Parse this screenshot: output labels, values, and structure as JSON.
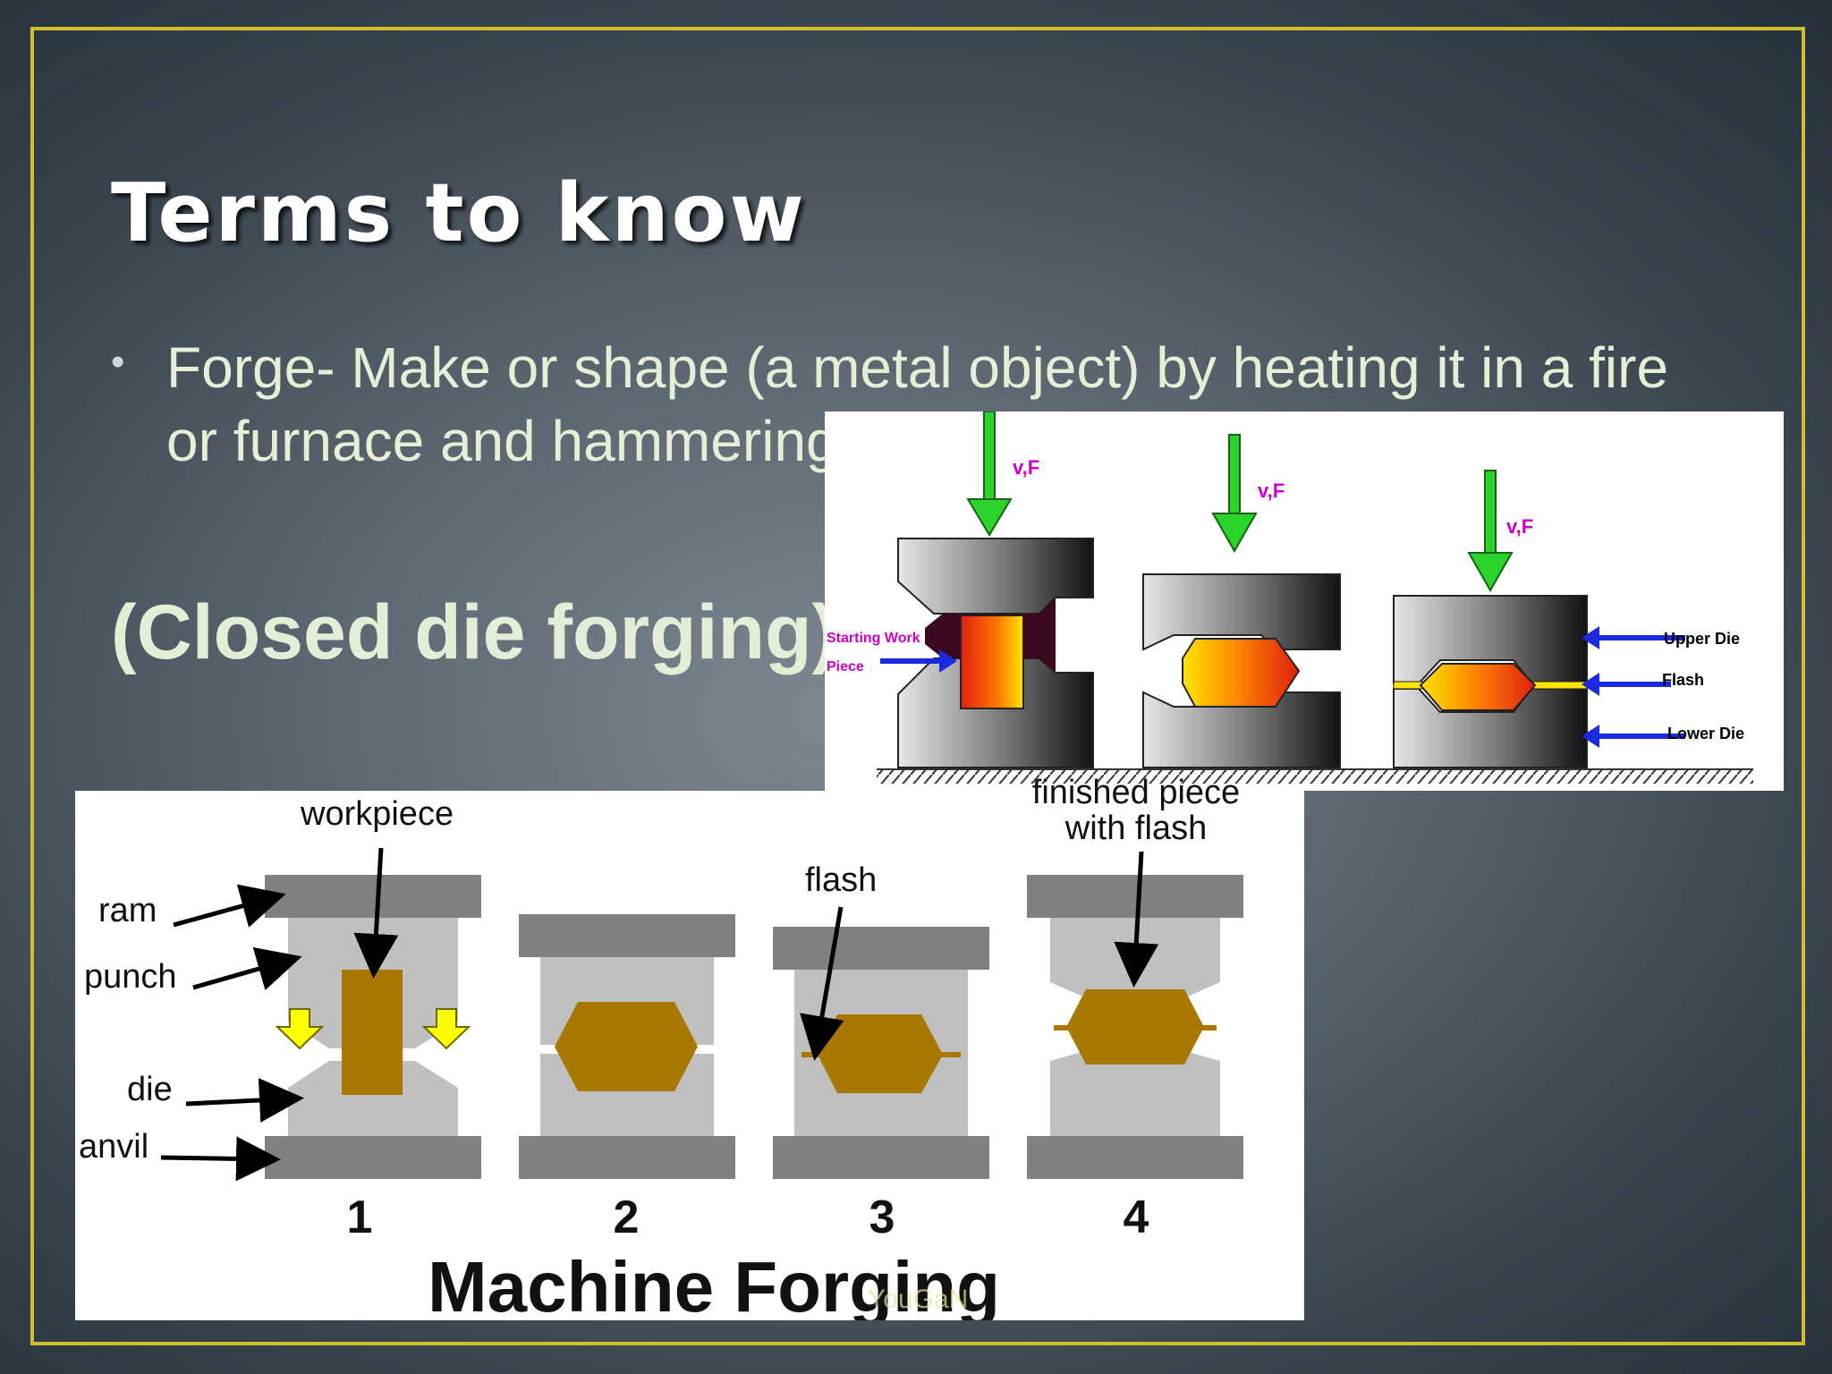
{
  "slide": {
    "title": "Terms to know",
    "bullet": "Forge- Make or shape (a metal object) by heating it in a fire or furnace and hammering it.",
    "subheading": "(Closed die forging)",
    "watermark": "YouGaN",
    "colors": {
      "frame": "#cdbf2d",
      "title": "#ffffff",
      "text": "#e6eed6"
    }
  },
  "top_diagram": {
    "force_label": "v,F",
    "labels": {
      "starting_work_line1": "Starting Work",
      "starting_work_line2": "Piece",
      "upper_die": "Upper Die",
      "flash": "Flash",
      "lower_die": "Lower Die"
    },
    "colors": {
      "force_arrow": "#2bd32b",
      "labels_left": "#cc00cc",
      "labels_right": "#0000cc"
    }
  },
  "bottom_diagram": {
    "title": "Machine Forging",
    "labels": {
      "workpiece": "workpiece",
      "ram": "ram",
      "punch": "punch",
      "die": "die",
      "anvil": "anvil",
      "flash": "flash",
      "finished_line1": "finished piece",
      "finished_line2": "with flash"
    },
    "steps": [
      "1",
      "2",
      "3",
      "4"
    ],
    "colors": {
      "metal": "#a87800",
      "die": "#c0c0c0",
      "ram": "#808080",
      "arrow": "#ffff00"
    }
  }
}
